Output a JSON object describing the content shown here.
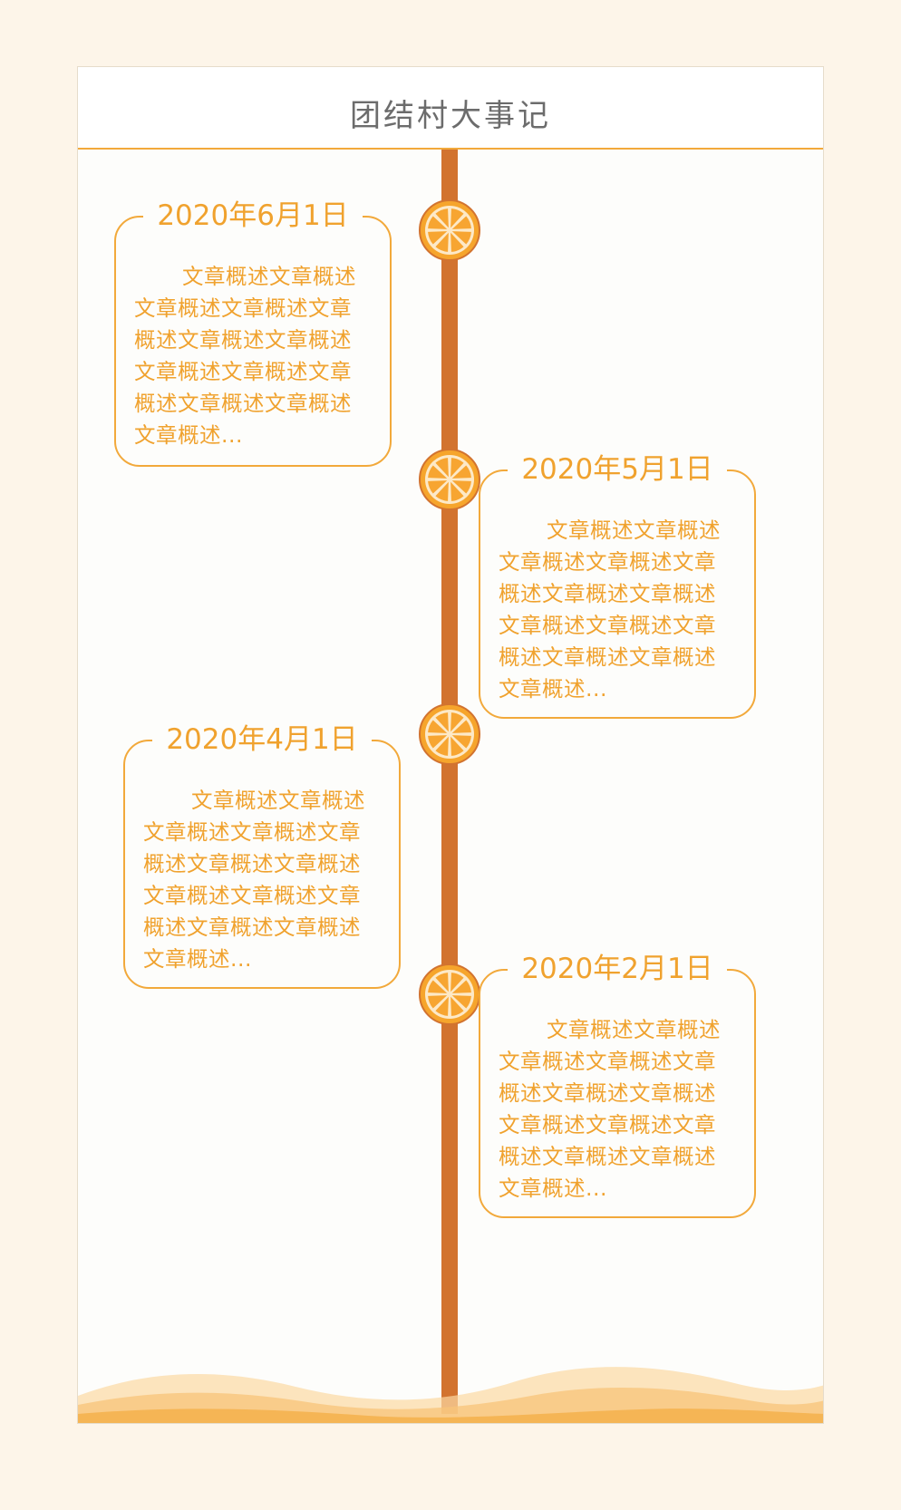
{
  "page": {
    "title": "团结村大事记"
  },
  "colors": {
    "accent": "#f2a93b",
    "text_accent": "#f0a22e",
    "rail": "#d2732f",
    "background": "#fdf5e9",
    "card": "#fdfdfb",
    "title_text": "#6c6c6c"
  },
  "events": [
    {
      "date": "2020年6月1日",
      "summary": "文章概述文章概述文章概述文章概述文章概述文章概述文章概述文章概述文章概述文章概述文章概述文章概述文章概述...",
      "icon": "orange-slice-icon"
    },
    {
      "date": "2020年5月1日",
      "summary": "文章概述文章概述文章概述文章概述文章概述文章概述文章概述文章概述文章概述文章概述文章概述文章概述文章概述...",
      "icon": "orange-slice-icon"
    },
    {
      "date": "2020年4月1日",
      "summary": "文章概述文章概述文章概述文章概述文章概述文章概述文章概述文章概述文章概述文章概述文章概述文章概述文章概述...",
      "icon": "orange-slice-icon"
    },
    {
      "date": "2020年2月1日",
      "summary": "文章概述文章概述文章概述文章概述文章概述文章概述文章概述文章概述文章概述文章概述文章概述文章概述文章概述...",
      "icon": "orange-slice-icon"
    }
  ]
}
